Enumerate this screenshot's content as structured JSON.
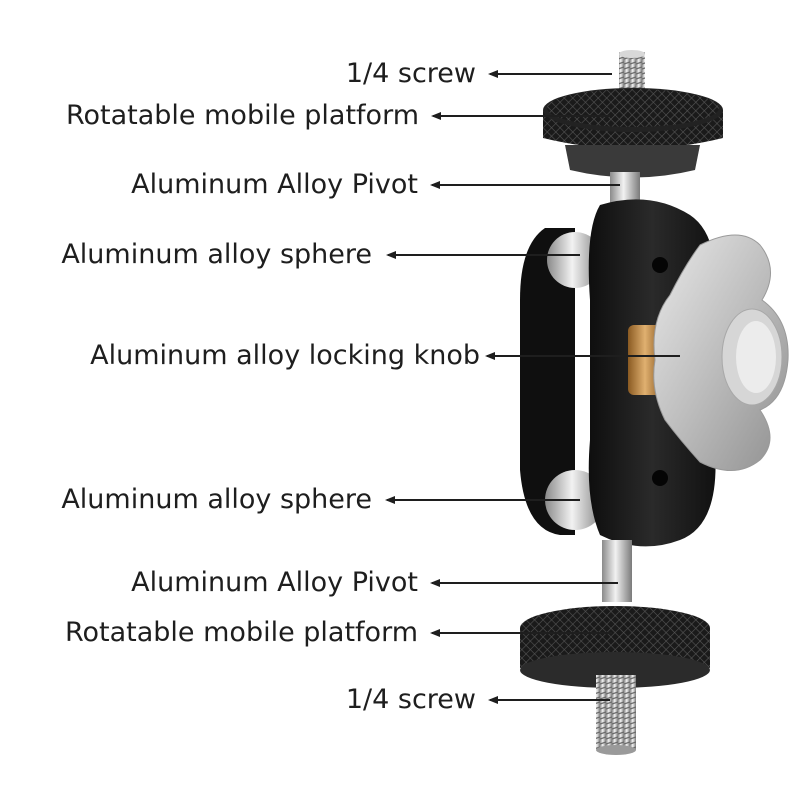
{
  "labels": [
    {
      "id": "screw-top",
      "text": "1/4 screw"
    },
    {
      "id": "platform-top",
      "text": "Rotatable mobile platform"
    },
    {
      "id": "pivot-top",
      "text": "Aluminum Alloy Pivot"
    },
    {
      "id": "sphere-top",
      "text": "Aluminum alloy sphere"
    },
    {
      "id": "knob",
      "text": "Aluminum alloy locking knob"
    },
    {
      "id": "sphere-bottom",
      "text": "Aluminum alloy sphere"
    },
    {
      "id": "pivot-bottom",
      "text": "Aluminum Alloy Pivot"
    },
    {
      "id": "platform-bottom",
      "text": "Rotatable mobile platform"
    },
    {
      "id": "screw-bottom",
      "text": "1/4 screw"
    }
  ],
  "colors": {
    "text": "#1e1e1e",
    "arrow": "#1e1e1e",
    "body": "#1b1b1b",
    "metal": "#c9c9c9",
    "brass": "#c8934a"
  }
}
